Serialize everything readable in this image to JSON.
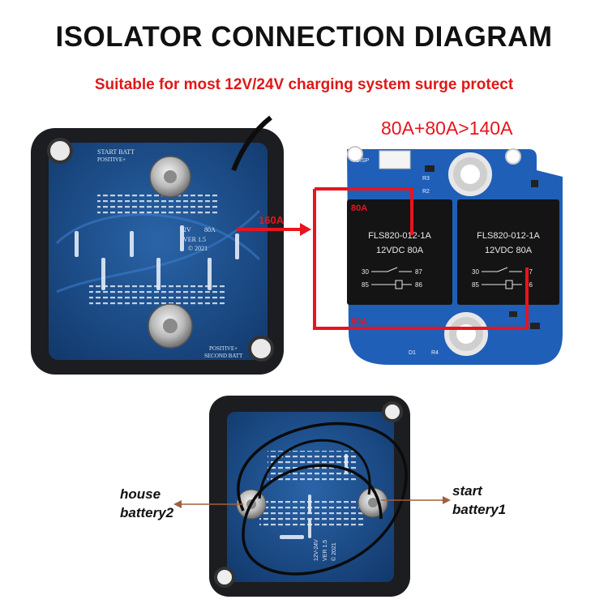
{
  "header": {
    "title": "ISOLATOR CONNECTION DIAGRAM",
    "subtitle": "Suitable for most 12V/24V charging system surge protect"
  },
  "top_unit": {
    "label_top": "START BATT",
    "label_top2": "POSITIVE+",
    "spec_voltage": "12V",
    "spec_current": "80A",
    "version": "VER 1.5",
    "copyright": "© 2021",
    "label_bottom": "POSITIVE+",
    "label_bottom2": "SECOND BATT"
  },
  "pcb": {
    "capacity_label": "80A+80A>140A",
    "input_current": "160A",
    "branch_top": "80A",
    "branch_bottom": "80A",
    "relays": [
      {
        "model": "FLS820-012-1A",
        "rating": "12VDC 80A",
        "pin30": "30",
        "pin87": "87",
        "pin85": "85",
        "pin86": "86"
      },
      {
        "model": "FLS820-012-1A",
        "rating": "12VDC 80A",
        "pin30": "30",
        "pin87": "87",
        "pin85": "85",
        "pin86": "86"
      }
    ],
    "silkscreen": {
      "r3": "R3",
      "r2": "R2",
      "d1": "D1",
      "r4": "R4",
      "disp": "DISP"
    }
  },
  "bottom_unit": {
    "house_label_1": "house",
    "house_label_2": "battery2",
    "start_label_1": "start",
    "start_label_2": "battery1",
    "spec": "12V-24V",
    "version": "VER 1.5",
    "copyright": "© 2021"
  },
  "colors": {
    "title": "#111111",
    "subtitle": "#e01818",
    "wire": "#e8141e",
    "pcb": "#1f5fb8",
    "case": "#1c1d20",
    "board": "#1a4a86"
  }
}
